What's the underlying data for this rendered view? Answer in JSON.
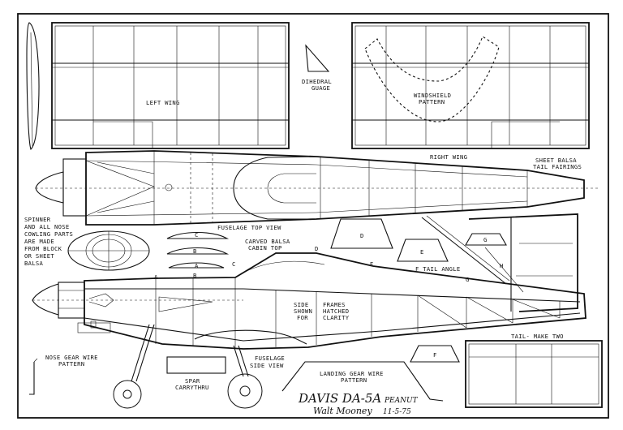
{
  "labels": {
    "left_wing": "LEFT   WING",
    "right_wing": "RIGHT WING",
    "dihedral_1": "DIHEDRAL",
    "dihedral_2": "GUAGE",
    "windshield_1": "WINDSHIELD",
    "windshield_2": "PATTERN",
    "sheet_balsa_1": "SHEET BALSA",
    "sheet_balsa_2": "TAIL FAIRINGS",
    "fuselage_top_view": "FUSELAGE TOP VIEW",
    "spinner_1": "SPINNER",
    "spinner_2": "AND ALL NOSE",
    "spinner_3": "COWLING PARTS",
    "spinner_4": "ARE MADE",
    "spinner_5": "FROM BLOCK",
    "spinner_6": "OR SHEET",
    "spinner_7": "BALSA",
    "carved_1": "CARVED BALSA",
    "carved_2": "CABIN TOP",
    "side_1": "SIDE",
    "side_2": "SHOWN",
    "side_3": "FOR",
    "frames_1": "FRAMES",
    "frames_2": "HATCHED",
    "frames_3": "CLARITY",
    "f_tail_angle": "F TAIL ANGLE",
    "nose_gear_1": "NOSE GEAR WIRE",
    "nose_gear_2": "PATTERN",
    "spar_1": "SPAR",
    "spar_2": "CARRYTHRU",
    "fuselage_side_1": "FUSELAGE",
    "fuselage_side_2": "SIDE VIEW",
    "landing_gear_1": "LANDING GEAR WIRE",
    "landing_gear_2": "PATTERN",
    "tail_make_two": "TAIL- MAKE TWO",
    "title": "DAVIS DA-5A",
    "title_suffix": "PEANUT",
    "signature": "Walt Mooney",
    "date": "11-5-75"
  },
  "part_letters": {
    "a": "A",
    "b": "B",
    "c": "C",
    "d": "D",
    "e": "E",
    "f": "F",
    "g": "G",
    "h": "H"
  }
}
